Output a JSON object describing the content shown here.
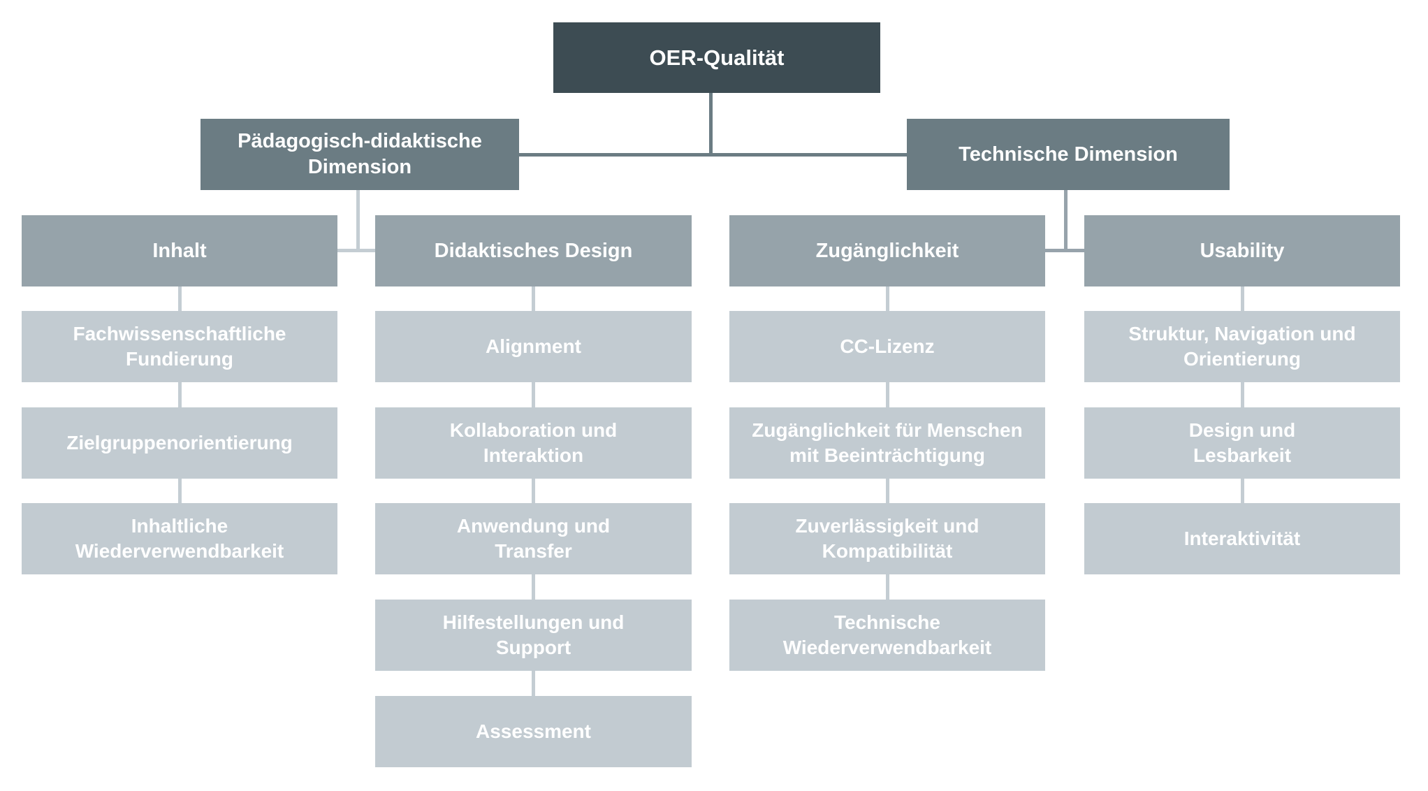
{
  "root": {
    "label": "OER-Qualität"
  },
  "dimensions": {
    "left": {
      "label": "Pädagogisch-didaktische\nDimension"
    },
    "right": {
      "label": "Technische Dimension"
    }
  },
  "columns": [
    {
      "header": "Inhalt",
      "items": [
        "Fachwissenschaftliche\nFundierung",
        "Zielgruppenorientierung",
        "Inhaltliche\nWiederverwendbarkeit"
      ]
    },
    {
      "header": "Didaktisches Design",
      "items": [
        "Alignment",
        "Kollaboration und\nInteraktion",
        "Anwendung und\nTransfer",
        "Hilfestellungen und\nSupport",
        "Assessment"
      ]
    },
    {
      "header": "Zugänglichkeit",
      "items": [
        "CC-Lizenz",
        "Zugänglichkeit für Menschen\nmit Beeinträchtigung",
        "Zuverlässigkeit und\nKompatibilität",
        "Technische\nWiederverwendbarkeit"
      ]
    },
    {
      "header": "Usability",
      "items": [
        "Struktur, Navigation und\nOrientierung",
        "Design und\nLesbarkeit",
        "Interaktivität"
      ]
    }
  ],
  "colors": {
    "root_box": "#3D4C53",
    "dimension_box": "#6B7C83",
    "category_box": "#96A3AA",
    "item_box": "#C2CBD1",
    "connector_top": "#6B7C83",
    "connector_left_branch": "#C4CDD3",
    "connector_right_branch": "#97A3AB",
    "connector_column": "#C4CDD3",
    "text": "#FFFFFF",
    "background": "#FFFFFF"
  }
}
